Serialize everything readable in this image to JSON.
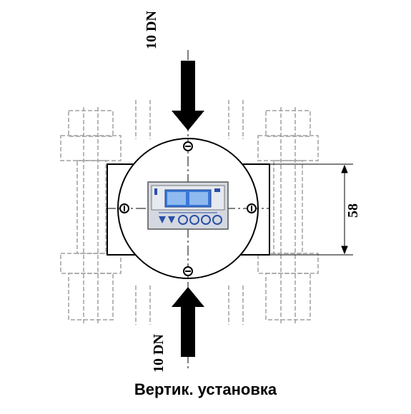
{
  "labels": {
    "flow_top": "10 DN",
    "flow_bottom": "10 DN",
    "dimension": "58",
    "caption": "Вертик. установка"
  },
  "colors": {
    "outline": "#000000",
    "dashed": "#a0a0a0",
    "display_frame": "#d4d8e0",
    "lcd": "#3a78d8",
    "lcd_light": "#8fbaf0",
    "icon": "#2a4fa8"
  }
}
